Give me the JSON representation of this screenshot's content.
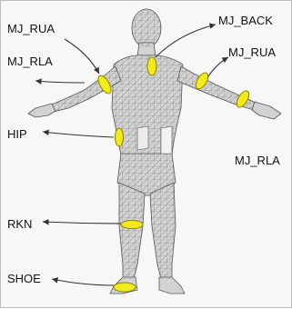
{
  "labels": {
    "mj_rua_left": "MJ_RUA",
    "mj_rla_left": "MJ_RLA",
    "hip": "HIP",
    "rkn": "RKN",
    "shoe": "SHOE",
    "mj_back": "MJ_BACK",
    "mj_rua_right": "MJ_RUA",
    "mj_rla_right": "MJ_RLA"
  },
  "colors": {
    "sensor_fill": "#f2ea1a",
    "sensor_stroke": "#8a8400",
    "mesh_fill": "#d2d2d2",
    "mesh_line": "#555555",
    "arrow": "#333333"
  }
}
